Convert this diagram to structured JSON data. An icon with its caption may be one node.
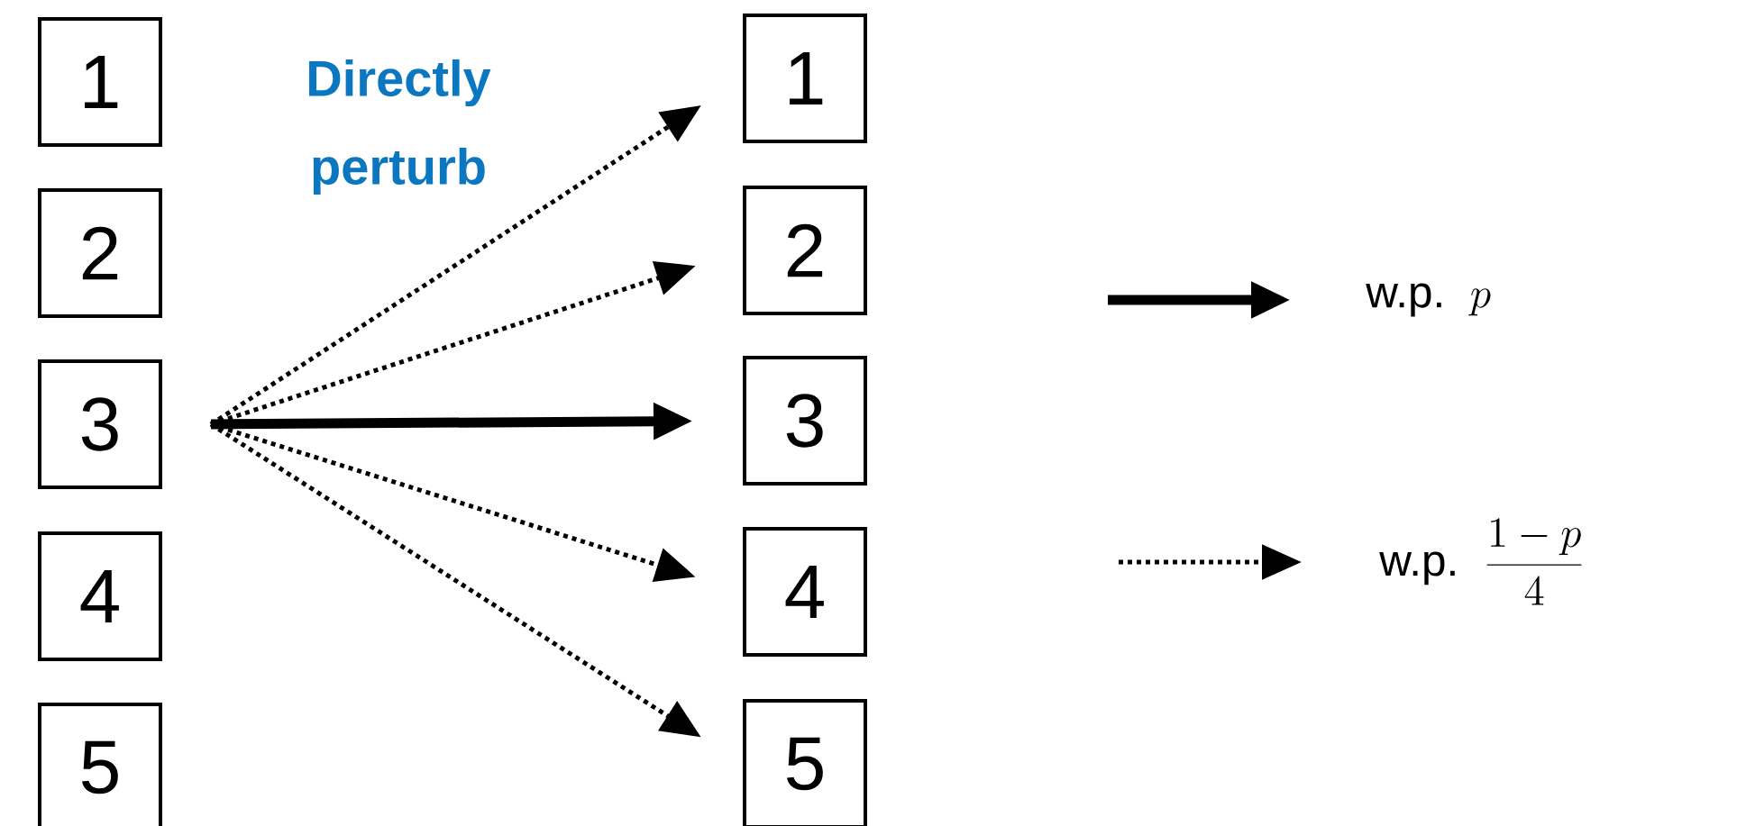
{
  "diagram": {
    "nodes": [
      {
        "text": [
          "1"
        ]
      },
      {
        "text": [
          "2"
        ]
      },
      {
        "text": [
          "3"
        ]
      },
      {
        "text": [
          "4"
        ]
      },
      {
        "text": [
          "5"
        ]
      },
      {
        "text": [
          "1"
        ]
      },
      {
        "text": [
          "2"
        ]
      },
      {
        "text": [
          "3"
        ]
      },
      {
        "text": [
          "4"
        ]
      },
      {
        "text": [
          "5"
        ]
      }
    ],
    "edges": [
      {
        "from": 2,
        "to": 5,
        "arrow": "to",
        "style": "dashed"
      },
      {
        "from": 2,
        "to": 6,
        "arrow": "to",
        "style": "dashed"
      },
      {
        "from": 2,
        "to": 7,
        "arrow": "to",
        "style": "thick"
      },
      {
        "from": 2,
        "to": 8,
        "arrow": "to",
        "style": "dashed"
      },
      {
        "from": 2,
        "to": 9,
        "arrow": "to",
        "style": "dashed"
      }
    ],
    "labels": [
      "Directly perturb"
    ],
    "legend": [
      {
        "text": "\\mbox{w.p.}\\ \\ p"
      },
      {
        "text": "\\mbox{w.p.}\\ \\ \\frac{1-p}{4}"
      }
    ]
  }
}
